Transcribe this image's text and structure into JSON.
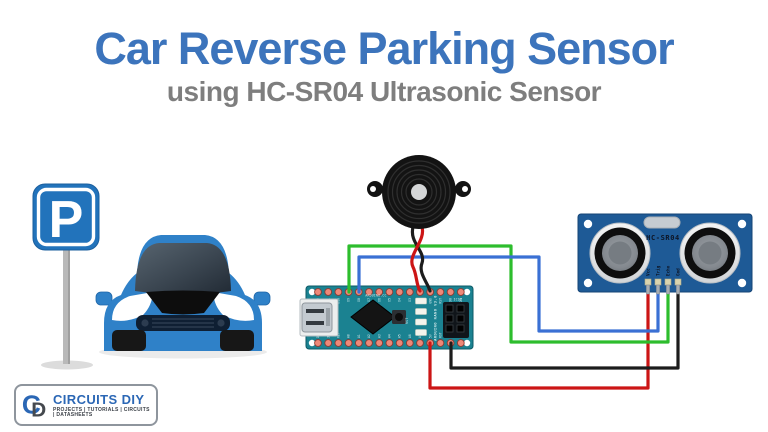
{
  "header": {
    "title": "Car Reverse Parking Sensor",
    "subtitle": "using HC-SR04 Ultrasonic Sensor"
  },
  "colors": {
    "title": "#3c74bc",
    "subtitle": "#7e7e7e",
    "logo-blue": "#2b67b5",
    "sign-blue": "#2273bb",
    "car-blue": "#2f81c8",
    "nano-pcb": "#1b8291",
    "sensor-pcb": "#1e5a96",
    "wire-echo": "#2dbd2d",
    "wire-trig": "#3a70d4",
    "wire-vcc": "#cc1515",
    "wire-gnd": "#1c1c1c"
  },
  "parking_sign": {
    "letter": "P"
  },
  "arduino": {
    "brand": "ARDUINO.CC",
    "model": "ARDUINO NANO V3.0",
    "icsp_label": "ICSP",
    "reset_label": "RST",
    "top_pins": [
      "D12",
      "D11",
      "D10",
      "D9",
      "D8",
      "D7",
      "D6",
      "D5",
      "D4",
      "D3",
      "D2",
      "GND",
      "RST",
      "RX0",
      "TX1"
    ],
    "bottom_pins": [
      "D13",
      "3V3",
      "REF",
      "A0",
      "A1",
      "A2",
      "A3",
      "A4",
      "A5",
      "A6",
      "A7",
      "5V",
      "RST",
      "GND",
      "VIN"
    ]
  },
  "sensor": {
    "label": "HC-SR04",
    "pins": [
      "Vcc",
      "Trig",
      "Echo",
      "Gnd"
    ]
  },
  "wires": {
    "echo": {
      "color": "#2dbd2d",
      "from": "Arduino D9",
      "to": "HC-SR04 Echo"
    },
    "trig": {
      "color": "#3a70d4",
      "from": "Arduino D8",
      "to": "HC-SR04 Trig"
    },
    "vcc": {
      "color": "#cc1515",
      "from": "Arduino 5V",
      "to": "HC-SR04 Vcc"
    },
    "gnd": {
      "color": "#1c1c1c",
      "from": "Arduino GND",
      "to": "HC-SR04 Gnd"
    },
    "buzzer_pos": {
      "color": "#cc1515",
      "from": "Buzzer +",
      "to": "Arduino D2"
    },
    "buzzer_neg": {
      "color": "#1c1c1c",
      "from": "Buzzer -",
      "to": "Arduino GND"
    }
  },
  "logo": {
    "monogram_c": "C",
    "monogram_d": "D",
    "name": "CIRCUITS DIY",
    "tagline": "PROJECTS | TUTORIALS | CIRCUITS | DATASHEETS"
  }
}
